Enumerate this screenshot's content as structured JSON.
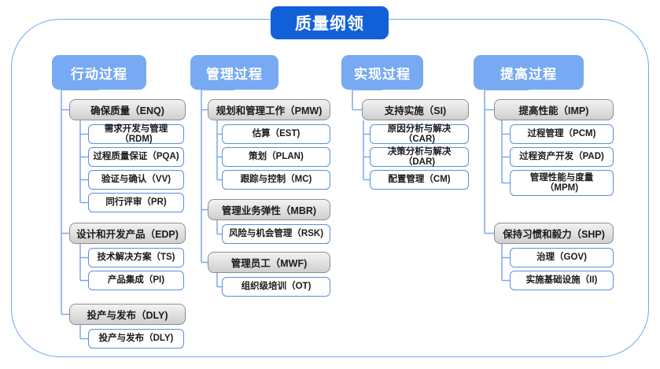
{
  "diagram": {
    "root": {
      "label": "质量纲领"
    },
    "frame": {
      "name": "outer-rounded-frame"
    },
    "colors": {
      "root_fill": "#1260d8",
      "column_head_fill": "#77aaf2",
      "group_border": "#8e8e8e",
      "leaf_border": "#5b8fd9",
      "connector": "#7aa9e8",
      "frame_border": "#6fa8f0"
    },
    "columns": [
      {
        "id": "action",
        "label": "行动过程",
        "groups": [
          {
            "label": "确保质量（ENQ)",
            "children": [
              {
                "label": "需求开发与管理（RDM)"
              },
              {
                "label": "过程质量保证（PQA)"
              },
              {
                "label": "验证与确认（VV)"
              },
              {
                "label": "同行评审（PR)"
              }
            ]
          },
          {
            "label": "设计和开发产品（EDP)",
            "children": [
              {
                "label": "技术解决方案（TS)"
              },
              {
                "label": "产品集成（PI)"
              }
            ]
          },
          {
            "label": "投产与发布（DLY)",
            "children": [
              {
                "label": "投产与发布（DLY)"
              }
            ]
          }
        ]
      },
      {
        "id": "manage",
        "label": "管理过程",
        "groups": [
          {
            "label": "规划和管理工作（PMW)",
            "children": [
              {
                "label": "估算（EST)"
              },
              {
                "label": "策划（PLAN)"
              },
              {
                "label": "跟踪与控制（MC)"
              }
            ]
          },
          {
            "label": "管理业务弹性（MBR)",
            "children": [
              {
                "label": "风险与机会管理（RSK)"
              }
            ]
          },
          {
            "label": "管理员工（MWF)",
            "children": [
              {
                "label": "组织级培训（OT)"
              }
            ]
          }
        ]
      },
      {
        "id": "implement",
        "label": "实现过程",
        "groups": [
          {
            "label": "支持实施（SI)",
            "children": [
              {
                "label": "原因分析与解决（CAR)"
              },
              {
                "label": "决策分析与解决（DAR)"
              },
              {
                "label": "配置管理（CM)"
              }
            ]
          }
        ]
      },
      {
        "id": "improve",
        "label": "提高过程",
        "groups": [
          {
            "label": "提高性能（IMP)",
            "children": [
              {
                "label": "过程管理（PCM)"
              },
              {
                "label": "过程资产开发（PAD)"
              },
              {
                "label": "管理性能与度量\n（MPM)"
              }
            ]
          },
          {
            "label": "保持习惯和毅力（SHP)",
            "children": [
              {
                "label": "治理（GOV)"
              },
              {
                "label": "实施基础设施（II)"
              }
            ]
          }
        ]
      }
    ]
  }
}
